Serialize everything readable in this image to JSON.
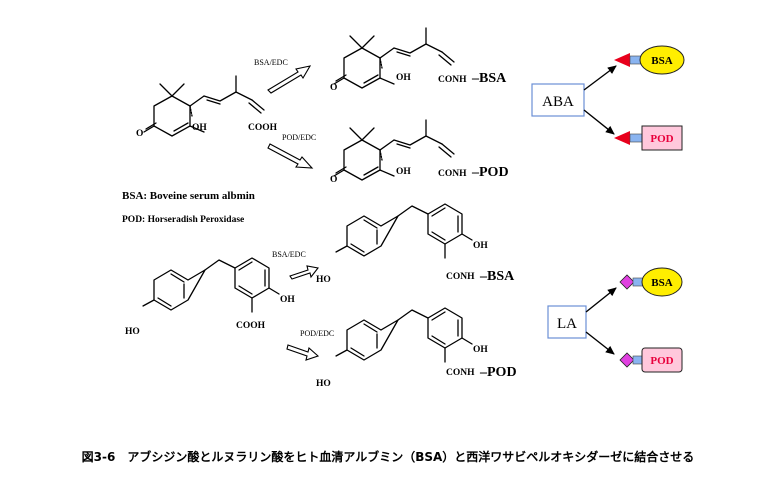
{
  "reactions": {
    "bsa_edc": "BSA/EDC",
    "pod_edc": "POD/EDC"
  },
  "atoms": {
    "oh": "OH",
    "cooh": "COOH",
    "o": "O",
    "ho": "HO",
    "conh": "CONH"
  },
  "conjugates": {
    "bsa": "–BSA",
    "pod": "–POD"
  },
  "legend": {
    "bsa": "BSA: Boveine serum albmin",
    "pod": "POD: Horseradish Peroxidase"
  },
  "schematic": {
    "aba": "ABA",
    "la": "LA",
    "bsa": "BSA",
    "pod": "POD",
    "colors": {
      "bsa_fill": "#ffee00",
      "pod_fill": "#ffc8dc",
      "pod_text": "#e8003c",
      "triangle": "#e8001c",
      "diamond": "#e040e0",
      "linker": "#8ab4f0",
      "box_border": "#6b8fd6"
    }
  },
  "caption": "図3-6　アブシジン酸とルヌラリン酸をヒト血清アルブミン（BSA）と西洋ワサビペルオキシダーゼに結合させる"
}
